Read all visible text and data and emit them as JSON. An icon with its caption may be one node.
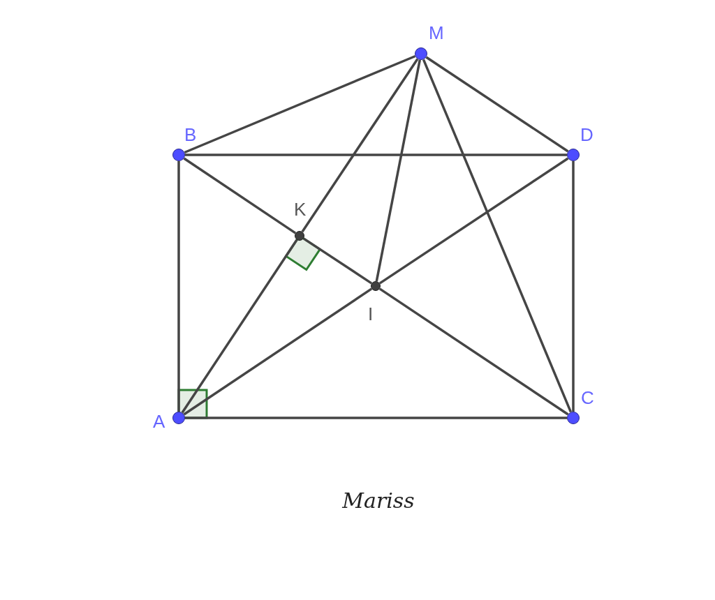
{
  "diagram": {
    "caption": "Mariss",
    "nodes": [
      {
        "text": [
          "M"
        ]
      },
      {
        "text": [
          "B"
        ]
      },
      {
        "text": [
          "D"
        ]
      },
      {
        "text": [
          "K"
        ]
      },
      {
        "text": [
          "I"
        ]
      },
      {
        "text": [
          "A"
        ]
      },
      {
        "text": [
          "C"
        ]
      }
    ],
    "edges": [
      {
        "from": 1,
        "to": 0,
        "arrow": "none"
      },
      {
        "from": 0,
        "to": 2,
        "arrow": "none"
      },
      {
        "from": 1,
        "to": 2,
        "arrow": "none"
      },
      {
        "from": 0,
        "to": 3,
        "arrow": "none"
      },
      {
        "from": 0,
        "to": 4,
        "arrow": "none"
      },
      {
        "from": 0,
        "to": 6,
        "arrow": "none"
      },
      {
        "from": 1,
        "to": 3,
        "arrow": "none"
      },
      {
        "from": 3,
        "to": 4,
        "arrow": "none"
      },
      {
        "from": 4,
        "to": 6,
        "arrow": "none"
      },
      {
        "from": 2,
        "to": 4,
        "arrow": "none"
      },
      {
        "from": 4,
        "to": 5,
        "arrow": "none"
      },
      {
        "from": 3,
        "to": 5,
        "arrow": "none"
      },
      {
        "from": 1,
        "to": 5,
        "arrow": "none"
      },
      {
        "from": 2,
        "to": 6,
        "arrow": "none"
      },
      {
        "from": 5,
        "to": 6,
        "arrow": "none"
      }
    ]
  }
}
